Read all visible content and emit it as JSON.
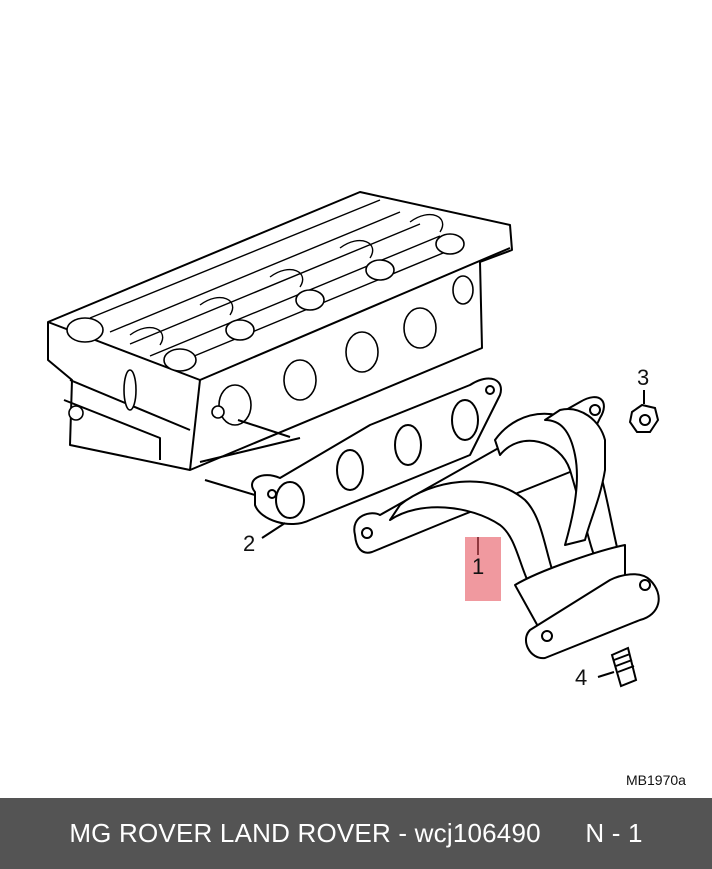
{
  "diagram": {
    "callouts": [
      "1",
      "2",
      "3",
      "4"
    ],
    "reference_code": "MB1970a",
    "highlight_color": "#e65a64"
  },
  "footer": {
    "text": "MG ROVER LAND ROVER - wcj106490      N - 1",
    "background": "#545454"
  }
}
